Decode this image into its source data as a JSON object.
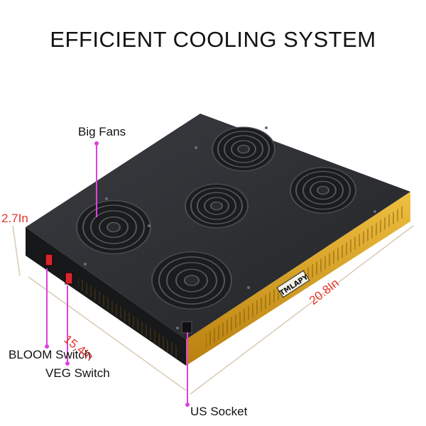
{
  "title": "EFFICIENT COOLING SYSTEM",
  "labels": {
    "big_fans": "Big Fans",
    "bloom_switch": "BLOOM Switch",
    "veg_switch": "VEG Switch",
    "us_socket": "US Socket"
  },
  "dimensions": {
    "height": "2.7In",
    "width": "15.4In",
    "length": "20.8In"
  },
  "device": {
    "brand": "TMLAPY",
    "switch_text_left": "BLOOM",
    "switch_text_right": "VEG"
  },
  "colors": {
    "top": "#2e2f33",
    "side_gold": "#d9a21a",
    "arrow": "#e040e0",
    "dimension_text": "#e4322b"
  }
}
